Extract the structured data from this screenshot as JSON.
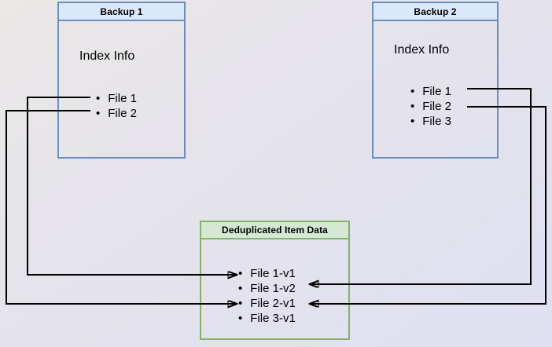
{
  "colors": {
    "bg_a": "#eae7e6",
    "bg_b": "#e4e3ec",
    "bg_c": "#dfe0f1",
    "blue_fill": "#dae8fc",
    "blue_border": "#6c8ebf",
    "green_fill": "#d5e8d4",
    "green_border": "#82b366",
    "line": "#000000",
    "text": "#000000"
  },
  "boxes": {
    "backup1": {
      "title": "Backup 1",
      "subtitle": "Index Info",
      "items": [
        "File 1",
        "File 2"
      ]
    },
    "backup2": {
      "title": "Backup 2",
      "subtitle": "Index Info",
      "items": [
        "File 1",
        "File 2",
        "File 3"
      ]
    },
    "dedup": {
      "title": "Deduplicated Item Data",
      "items": [
        "File 1-v1",
        "File 1-v2",
        "File 2-v1",
        "File 3-v1"
      ]
    }
  },
  "connections": [
    {
      "from": "Backup 1 / File 1",
      "to": "Deduplicated Item Data / File 1-v1"
    },
    {
      "from": "Backup 1 / File 2",
      "to": "Deduplicated Item Data / File 2-v1"
    },
    {
      "from": "Backup 2 / File 1",
      "to": "Deduplicated Item Data / File 1-v2"
    },
    {
      "from": "Backup 2 / File 2",
      "to": "Deduplicated Item Data / File 2-v1"
    }
  ]
}
